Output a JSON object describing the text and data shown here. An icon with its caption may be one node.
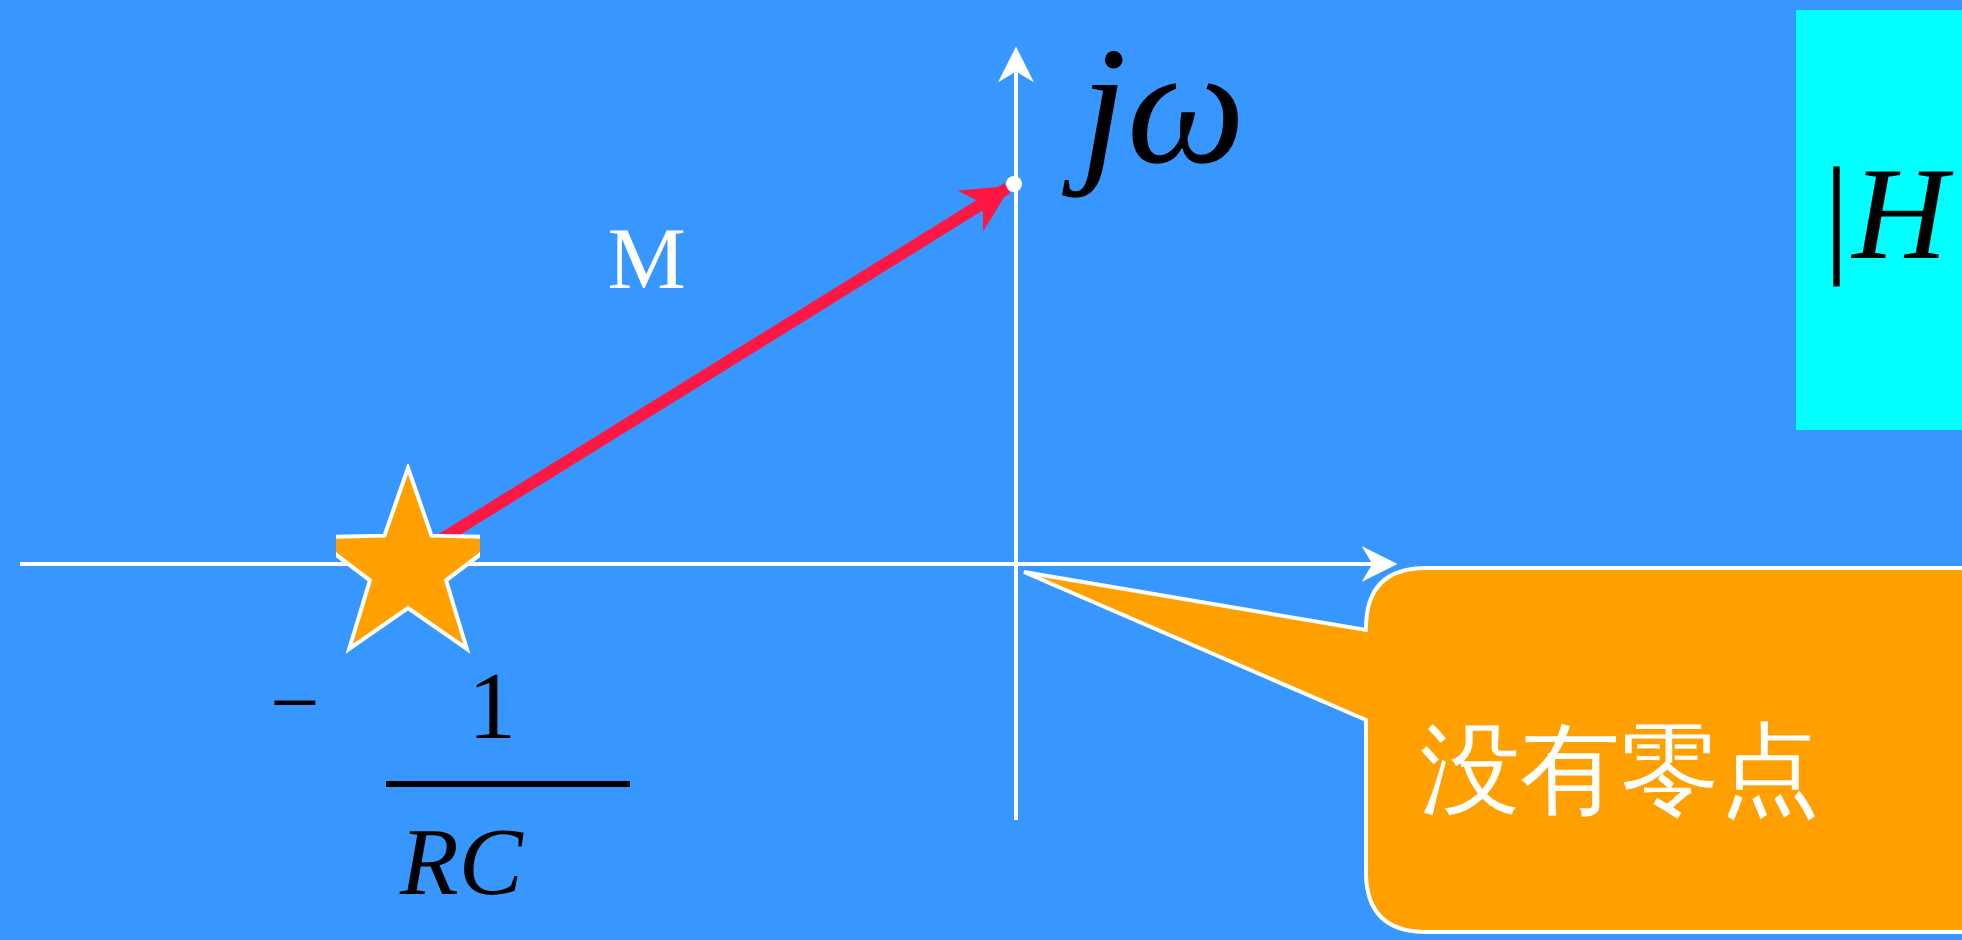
{
  "diagram": {
    "nodes": [
      {
        "text": [],
        "shape": "star"
      },
      {
        "text": [
          "|H"
        ]
      },
      {
        "text": [
          "没有零点"
        ]
      },
      {
        "text": [],
        "shape": "point"
      }
    ],
    "edges": [
      {
        "from": 0,
        "to": 3,
        "arrow": "to",
        "label": "M",
        "color": "#ff1744"
      }
    ],
    "labels": [
      "jω",
      "−",
      "1",
      "RC"
    ]
  }
}
